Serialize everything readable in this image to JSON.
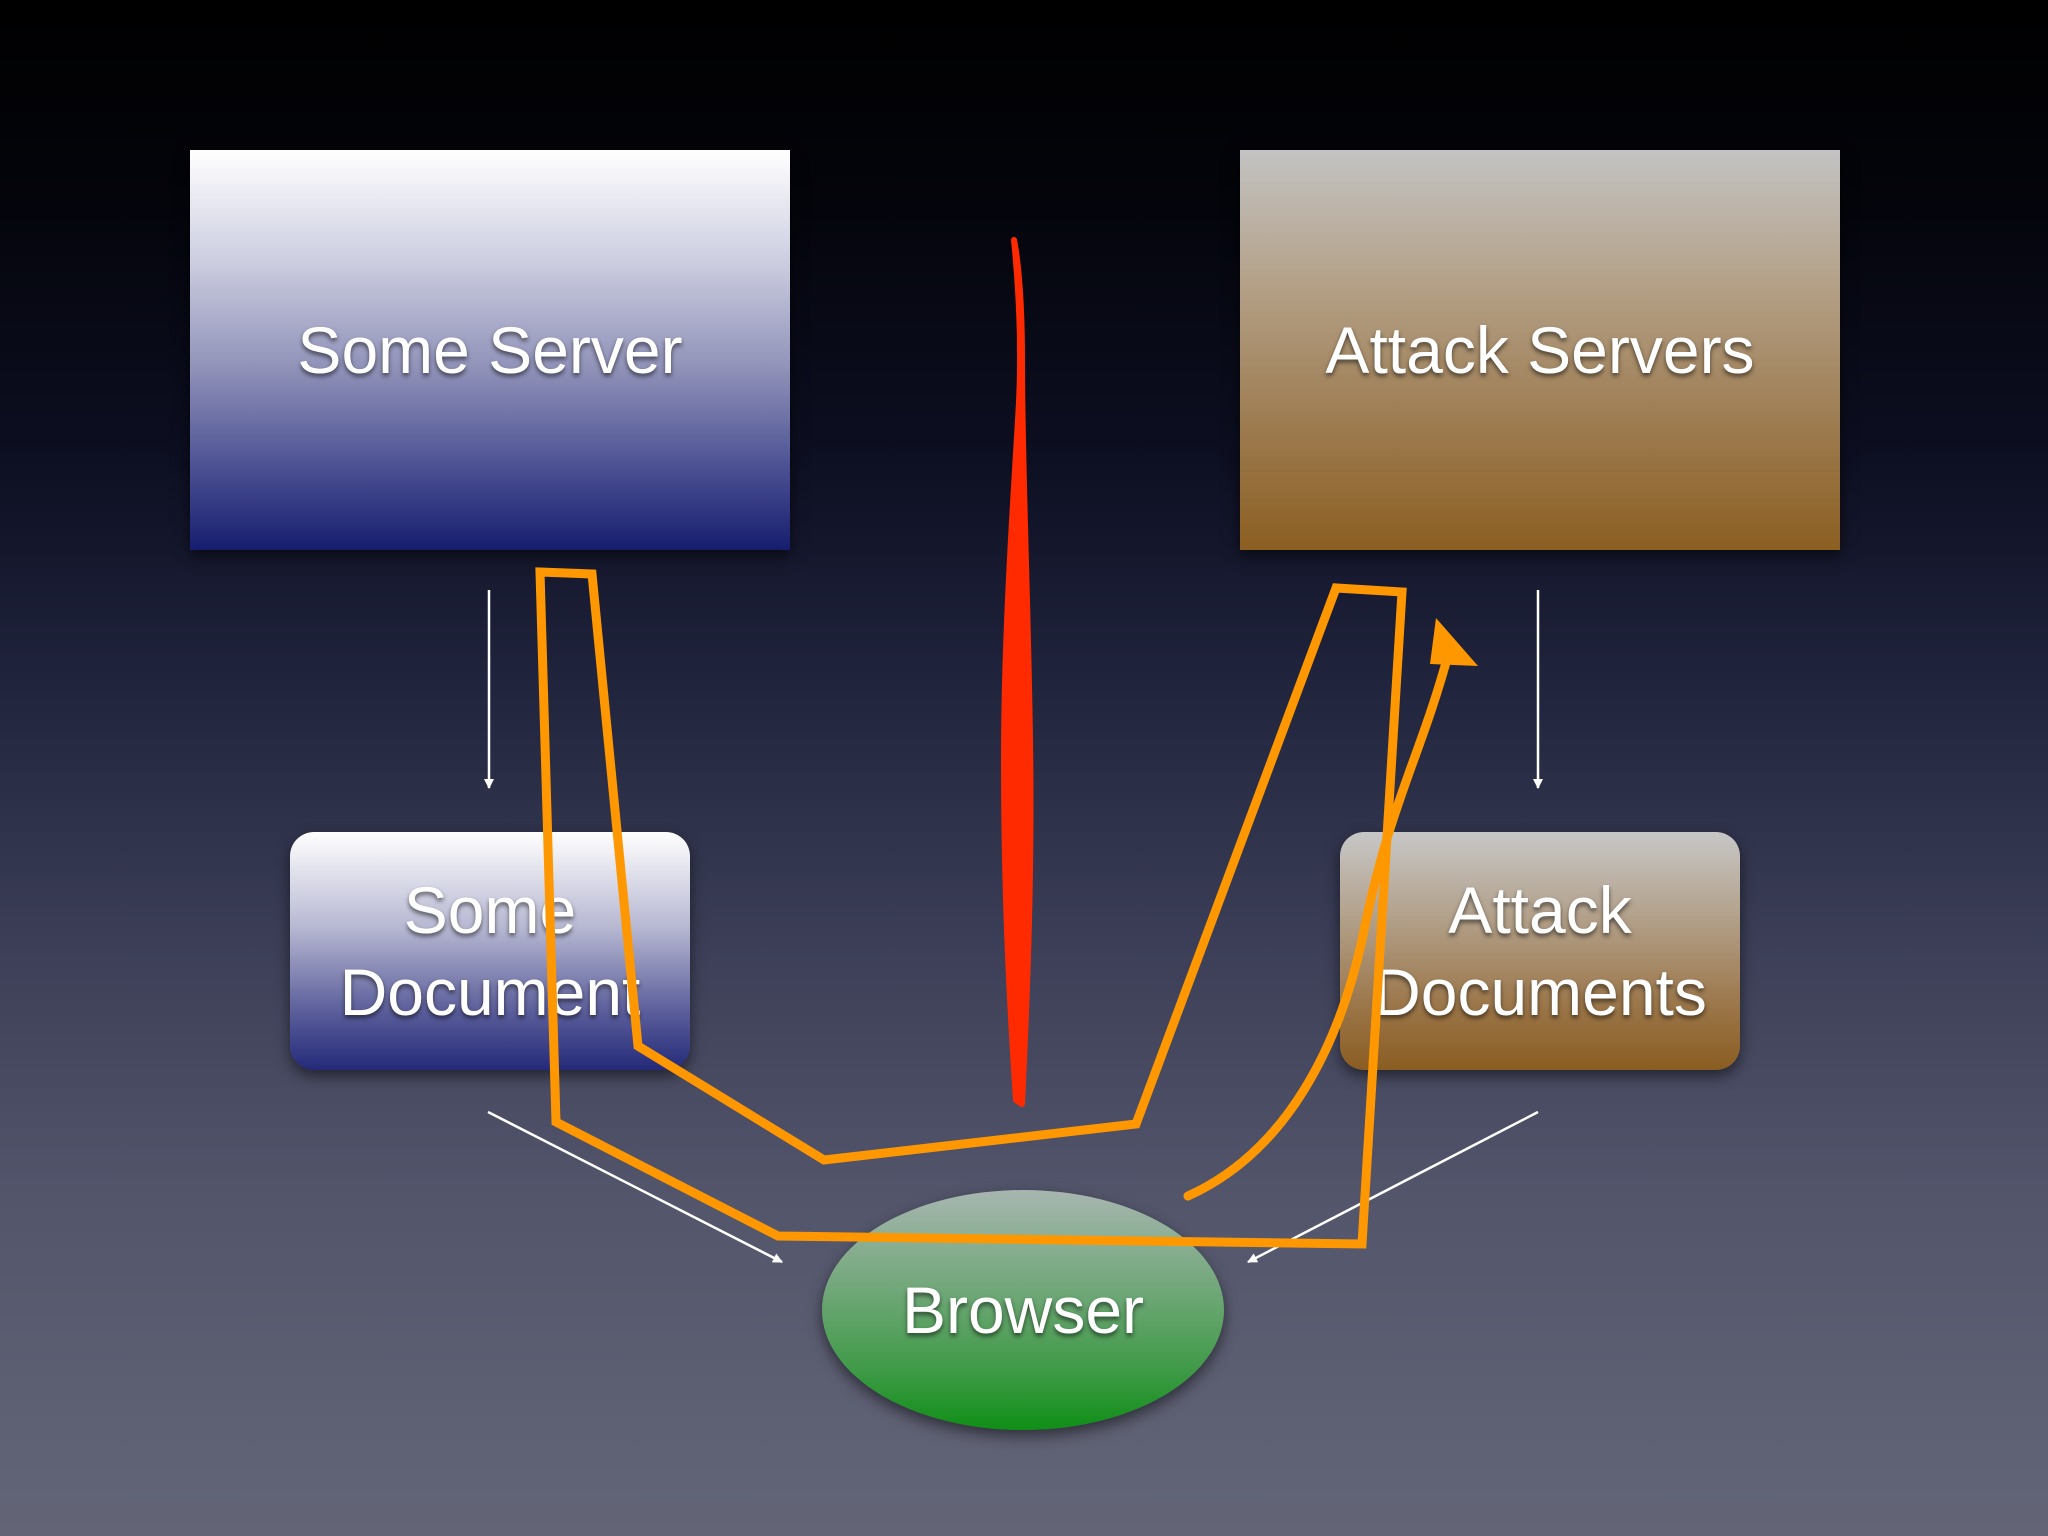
{
  "nodes": {
    "some_server": "Some Server",
    "attack_servers": "Attack Servers",
    "some_document": "Some\nDocument",
    "attack_documents": "Attack\nDocuments",
    "browser": "Browser"
  },
  "colors": {
    "flow_path": "#ff9800",
    "barrier": "#ff2a00",
    "arrow": "#ffffff"
  }
}
